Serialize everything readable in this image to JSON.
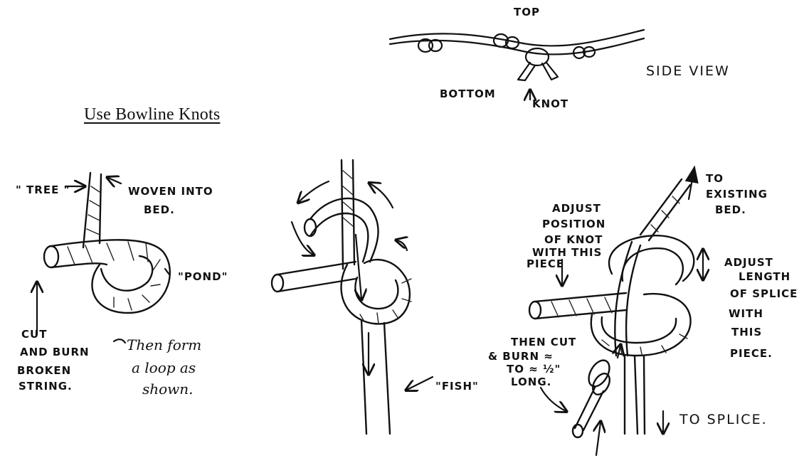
{
  "title": "Use Bowline Knots",
  "side_view": {
    "top": "TOP",
    "bottom": "BOTTOM",
    "knot": "KNOT",
    "side_view": "SIDE VIEW"
  },
  "panel1": {
    "tree": "\" TREE \"",
    "woven1": "WOVEN INTO",
    "woven2": "BED.",
    "pond": "\"POND\"",
    "cut1": "CUT",
    "cut2": "AND BURN",
    "cut3": "BROKEN",
    "cut4": "STRING.",
    "then1": "Then form",
    "then2": "a loop as",
    "then3": "shown."
  },
  "panel2": {
    "fish": "\"FISH\""
  },
  "panel3": {
    "to_existing1": "TO",
    "to_existing2": "EXISTING",
    "to_existing3": "BED.",
    "adjust_pos1": "ADJUST",
    "adjust_pos2": "POSITION",
    "adjust_pos3": "OF KNOT",
    "adjust_pos4": "WITH THIS",
    "adjust_pos5": "PIECE",
    "adjust_len1": "ADJUST",
    "adjust_len2": "LENGTH",
    "adjust_len3": "OF SPLICE",
    "adjust_len4": "WITH",
    "adjust_len5": "THIS",
    "adjust_len6": "PIECE.",
    "thencut1": "THEN CUT",
    "thencut2": "& BURN ≈",
    "thencut3": "TO ≈ ½\"",
    "thencut4": "LONG.",
    "to_splice": "TO SPLICE."
  }
}
